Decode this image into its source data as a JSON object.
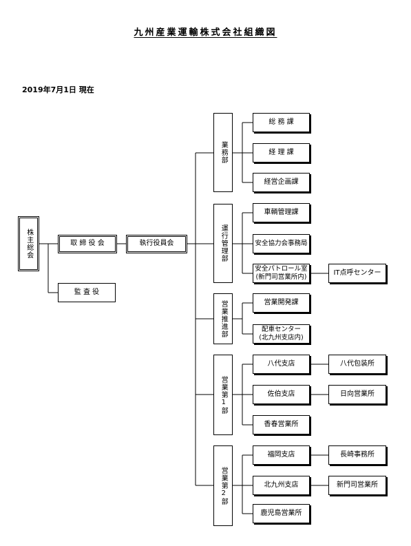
{
  "title": "九州産業運輸株式会社組織図",
  "as_of": "2019年7月1日 現在",
  "top": {
    "shareholders": "株主総会",
    "board": "取 締 役 会",
    "auditor": "監 査 役",
    "executive": "執行役員会"
  },
  "departments": [
    {
      "name": "業務部",
      "sections": [
        "総 務 課",
        "経 理 課",
        "経営企画課"
      ]
    },
    {
      "name": "運行管理部",
      "sections": [
        "車輌管理課",
        "安全協力会事務局",
        "安全パトロール室",
        "(新門司営業所内)"
      ],
      "sub": "IT点呼センター"
    },
    {
      "name": "営業推進部",
      "sections": [
        "営業開発課",
        "配車センター",
        "(北九州支店内)"
      ]
    },
    {
      "name": "営業第1部",
      "sections": [
        "八代支店",
        "佐伯支店",
        "香春営業所"
      ],
      "subs": [
        "八代包装所",
        "日向営業所"
      ]
    },
    {
      "name": "営業第2部",
      "sections": [
        "福岡支店",
        "北九州支店",
        "鹿児島営業所"
      ],
      "subs": [
        "長崎事務所",
        "新門司営業所"
      ]
    }
  ]
}
